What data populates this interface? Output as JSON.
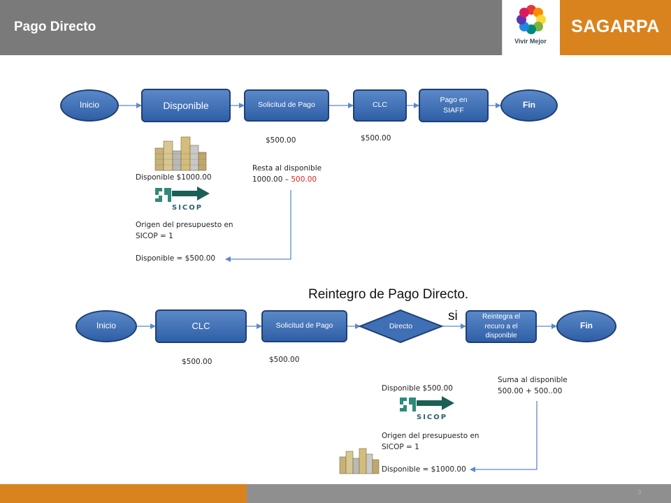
{
  "header": {
    "title": "Pago Directo",
    "brand": "SAGARPA",
    "logo_text": "Vivir Mejor"
  },
  "footer": {
    "page_number": "3"
  },
  "colors": {
    "header_gray": "#7a7a7a",
    "brand_orange": "#d9831f",
    "node_blue": "#3f6fb4",
    "arrow": "#5b8ac9",
    "highlight_red": "#e0241c"
  },
  "flow1": {
    "inicio": "Inicio",
    "disponible": "Disponible",
    "solicitud": "Solicitud de Pago",
    "clc": "CLC",
    "pago_line1": "Pago en",
    "pago_line2": "SIAFF",
    "fin": "Fin",
    "amount_solicitud": "$500.00",
    "amount_clc": "$500.00",
    "disponible_total": "Disponible $1000.00",
    "resta_line1": "Resta al disponible",
    "resta_prefix": "1000.00 – ",
    "resta_red": "500.00",
    "origen_line1": "Origen del presupuesto en",
    "origen_line2": "SICOP  =   1",
    "disponible_result": "Disponible  = $500.00"
  },
  "section2_title": "Reintegro de Pago  Directo.",
  "flow2": {
    "inicio": "Inicio",
    "clc": "CLC",
    "solicitud": "Solicitud de Pago",
    "directo": "Directo",
    "si_label": "si",
    "reintegra_line1": "Reintegra el",
    "reintegra_line2": "recuro a el",
    "reintegra_line3": "disponible",
    "fin": "Fin",
    "amount_clc": "$500.00",
    "amount_solicitud": "$500.00",
    "disponible_start": "Disponible $500.00",
    "origen_line1": "Origen del presupuesto en",
    "origen_line2": "SICOP  =   1",
    "disponible_result": "Disponible  = $1000.00",
    "suma_line1": "Suma al disponible",
    "suma_line2": "500.00 + 500..00"
  },
  "icons": {
    "coins": "coins-stack-icon",
    "sicop": "sicop-logo",
    "flower": "vivir-mejor-flower-logo"
  }
}
